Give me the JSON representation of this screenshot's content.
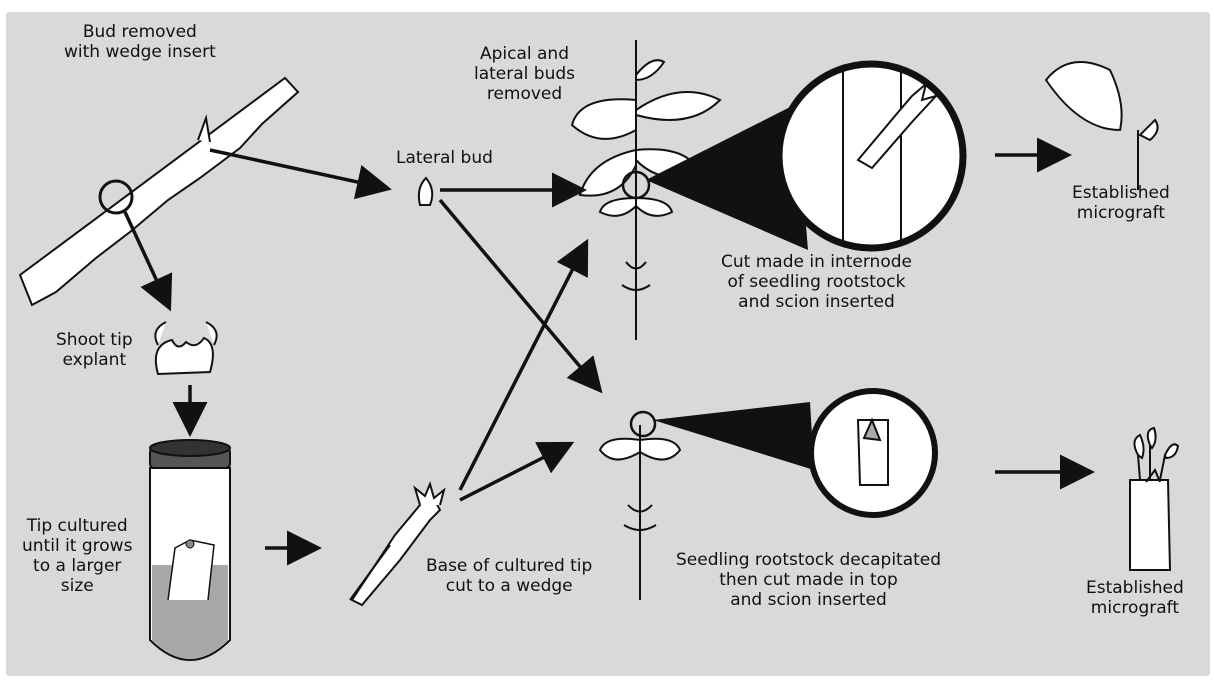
{
  "labels": {
    "bud_removed": [
      "Bud removed",
      "with wedge insert"
    ],
    "apical_lateral": [
      "Apical and",
      "lateral buds",
      "removed"
    ],
    "lateral_bud": [
      "Lateral bud"
    ],
    "cut_internode": [
      "Cut made in internode",
      "of seedling rootstock",
      "and scion inserted"
    ],
    "established_top": [
      "Established",
      "micrograft"
    ],
    "shoot_tip": [
      "Shoot tip",
      "explant"
    ],
    "tip_cultured": [
      "Tip cultured",
      "until it grows",
      "to a larger",
      "size"
    ],
    "base_cultured": [
      "Base of cultured tip",
      "cut to a wedge"
    ],
    "seedling_decap": [
      "Seedling rootstock decapitated",
      "then cut made in top",
      "and scion inserted"
    ],
    "established_bottom": [
      "Established",
      "micrograft"
    ]
  },
  "colors": {
    "background": "#d9d9d9",
    "ink": "#111111",
    "white": "#ffffff"
  }
}
